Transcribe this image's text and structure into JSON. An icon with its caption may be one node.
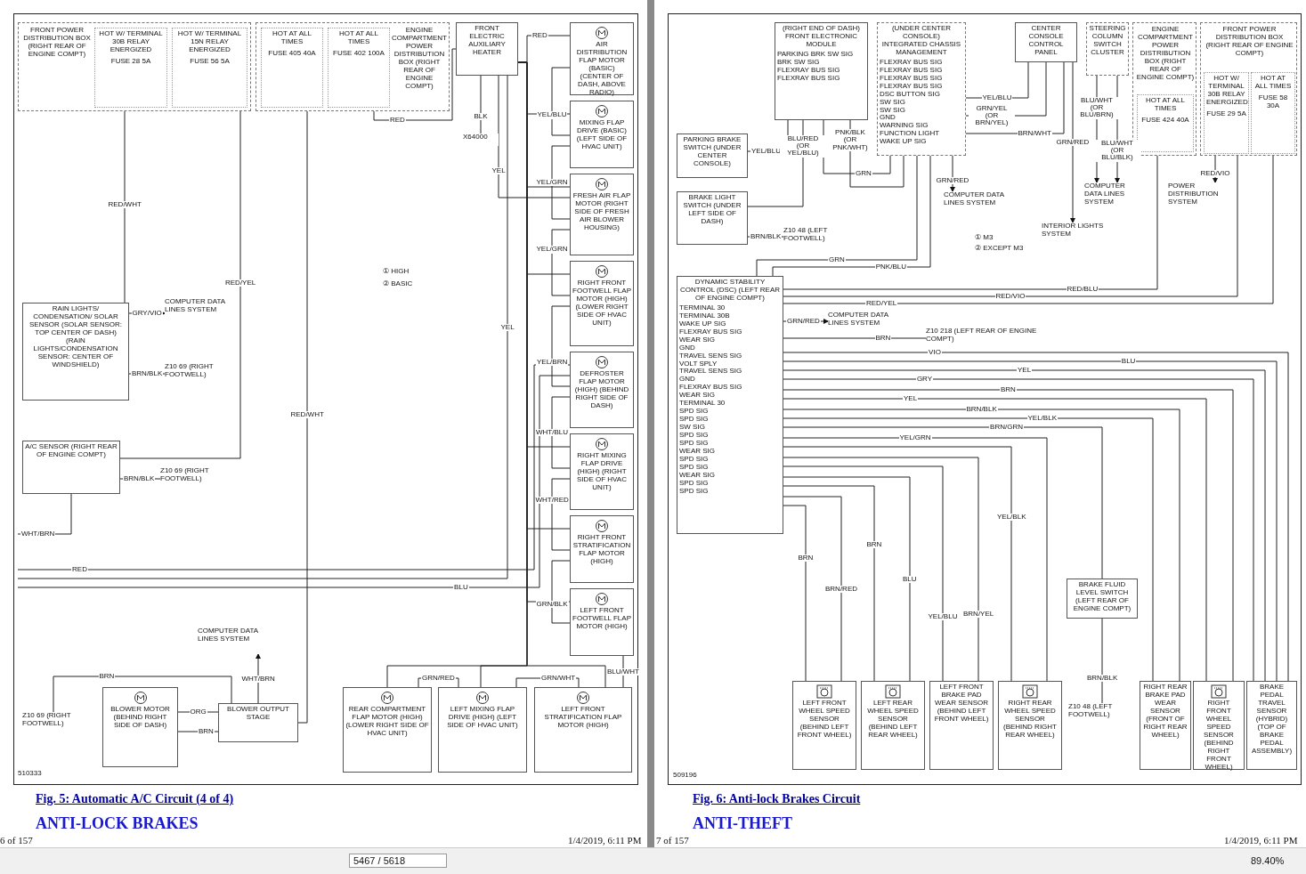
{
  "diagram": {
    "nodes": [
      {
        "text": [
          "FRONT POWER DISTRIBUTION BOX (RIGHT REAR OF ENGINE COMPT)"
        ]
      },
      {
        "text": [
          "HOT W/ TERMINAL 30B RELAY ENERGIZED",
          "FUSE 28 5A"
        ],
        "in": 0
      },
      {
        "text": [
          "HOT W/ TERMINAL 15N RELAY ENERGIZED",
          "FUSE 56 5A"
        ],
        "in": 0
      },
      {
        "text": [
          "ENGINE COMPARTMENT POWER DISTRIBUTION BOX (RIGHT REAR OF ENGINE COMPT)"
        ]
      },
      {
        "text": [
          "HOT AT ALL TIMES",
          "FUSE 405 40A"
        ],
        "in": 3
      },
      {
        "text": [
          "HOT AT ALL TIMES",
          "FUSE 402 100A"
        ],
        "in": 3
      },
      {
        "text": [
          "FRONT ELECTRIC AUXILIARY HEATER"
        ]
      },
      {
        "text": [
          "AIR DISTRIBUTION FLAP MOTOR (BASIC) (CENTER OF DASH, ABOVE RADIO)"
        ]
      },
      {
        "text": [
          "MIXING FLAP DRIVE (BASIC) (LEFT SIDE OF HVAC UNIT)"
        ]
      },
      {
        "text": [
          "FRESH AIR FLAP MOTOR (RIGHT SIDE OF FRESH AIR BLOWER HOUSING)"
        ]
      },
      {
        "text": [
          "RIGHT FRONT FOOTWELL FLAP MOTOR (HIGH) (LOWER RIGHT SIDE OF HVAC UNIT)"
        ]
      },
      {
        "text": [
          "DEFROSTER FLAP MOTOR (HIGH) (BEHIND RIGHT SIDE OF DASH)"
        ]
      },
      {
        "text": [
          "RIGHT MIXING FLAP DRIVE (HIGH) (RIGHT SIDE OF HVAC UNIT)"
        ]
      },
      {
        "text": [
          "RIGHT FRONT STRATIFICATION FLAP MOTOR (HIGH)"
        ]
      },
      {
        "text": [
          "LEFT FRONT FOOTWELL FLAP MOTOR (HIGH)"
        ]
      },
      {
        "text": [
          "RAIN LIGHTS/ CONDENSATION/ SOLAR SENSOR (SOLAR SENSOR: TOP CENTER OF DASH) (RAIN LIGHTS/CONDENSATION SENSOR: CENTER OF WINDSHIELD)"
        ]
      },
      {
        "text": [
          "A/C SENSOR (RIGHT REAR OF ENGINE COMPT)"
        ]
      },
      {
        "text": [
          "COMPUTER DATA LINES SYSTEM"
        ]
      },
      {
        "text": [
          "Z10 69 (RIGHT FOOTWELL)"
        ]
      },
      {
        "text": [
          "Z10 69 (RIGHT FOOTWELL)"
        ]
      },
      {
        "text": [
          "X64000"
        ]
      },
      {
        "text": [
          "BLOWER MOTOR (BEHIND RIGHT SIDE OF DASH)"
        ]
      },
      {
        "text": [
          "BLOWER OUTPUT STAGE"
        ]
      },
      {
        "text": [
          "COMPUTER DATA LINES SYSTEM"
        ]
      },
      {
        "text": [
          "Z10 69 (RIGHT FOOTWELL)"
        ]
      },
      {
        "text": [
          "REAR COMPARTMENT FLAP MOTOR (HIGH) (LOWER RIGHT SIDE OF HVAC UNIT)"
        ]
      },
      {
        "text": [
          "LEFT MIXING FLAP DRIVE (HIGH) (LEFT SIDE OF HVAC UNIT)"
        ]
      },
      {
        "text": [
          "LEFT FRONT STRATIFICATION FLAP MOTOR (HIGH)"
        ]
      },
      {
        "text": [
          "(RIGHT END OF DASH) FRONT ELECTRONIC MODULE",
          "PARKING BRK SW SIG",
          "BRK SW SIG",
          "FLEXRAY BUS SIG",
          "FLEXRAY BUS SIG"
        ]
      },
      {
        "text": [
          "(UNDER CENTER CONSOLE) INTEGRATED CHASSIS MANAGEMENT",
          "FLEXRAY BUS SIG",
          "FLEXRAY BUS SIG",
          "FLEXRAY BUS SIG",
          "FLEXRAY BUS SIG",
          "DSC BUTTON SIG",
          "SW SIG",
          "SW SIG",
          "GND",
          "WARNING SIG",
          "FUNCTION LIGHT",
          "WAKE UP SIG"
        ]
      },
      {
        "text": [
          "CENTER CONSOLE CONTROL PANEL"
        ]
      },
      {
        "text": [
          "STEERING COLUMN SWITCH CLUSTER"
        ]
      },
      {
        "text": [
          "ENGINE COMPARTMENT POWER DISTRIBUTION BOX (RIGHT REAR OF ENGINE COMPT)"
        ]
      },
      {
        "text": [
          "HOT AT ALL TIMES",
          "FUSE 424 40A"
        ],
        "in": 32
      },
      {
        "text": [
          "FRONT POWER DISTRIBUTION BOX (RIGHT REAR OF ENGINE COMPT)"
        ]
      },
      {
        "text": [
          "HOT W/ TERMINAL 30B RELAY ENERGIZED",
          "FUSE 29 5A"
        ],
        "in": 34
      },
      {
        "text": [
          "HOT AT ALL TIMES",
          "FUSE 58 30A"
        ],
        "in": 34
      },
      {
        "text": [
          "PARKING BRAKE SWITCH (UNDER CENTER CONSOLE)"
        ]
      },
      {
        "text": [
          "BRAKE LIGHT SWITCH (UNDER LEFT SIDE OF DASH)"
        ]
      },
      {
        "text": [
          "Z10 48 (LEFT FOOTWELL)"
        ]
      },
      {
        "text": [
          "COMPUTER DATA LINES SYSTEM"
        ]
      },
      {
        "text": [
          "COMPUTER DATA LINES SYSTEM"
        ]
      },
      {
        "text": [
          "INTERIOR LIGHTS SYSTEM"
        ]
      },
      {
        "text": [
          "POWER DISTRIBUTION SYSTEM"
        ]
      },
      {
        "text": [
          "DYNAMIC STABILITY CONTROL (DSC) (LEFT REAR OF ENGINE COMPT)",
          "TERMINAL 30",
          "TERMINAL 30B",
          "WAKE UP SIG",
          "FLEXRAY BUS SIG",
          "WEAR SIG",
          "GND",
          "TRAVEL SENS SIG",
          "VOLT SPLY",
          "TRAVEL SENS SIG",
          "GND",
          "FLEXRAY BUS SIG",
          "WEAR SIG",
          "TERMINAL 30",
          "SPD SIG",
          "SPD SIG",
          "SW SIG",
          "SPD SIG",
          "SPD SIG",
          "WEAR SIG",
          "SPD SIG",
          "SPD SIG",
          "WEAR SIG",
          "SPD SIG",
          "SPD SIG"
        ]
      },
      {
        "text": [
          "COMPUTER DATA LINES SYSTEM"
        ]
      },
      {
        "text": [
          "Z10 218 (LEFT REAR OF ENGINE COMPT)"
        ]
      },
      {
        "text": [
          "LEFT FRONT WHEEL SPEED SENSOR (BEHIND LEFT FRONT WHEEL)"
        ]
      },
      {
        "text": [
          "LEFT REAR WHEEL SPEED SENSOR (BEHIND LEFT REAR WHEEL)"
        ]
      },
      {
        "text": [
          "LEFT FRONT BRAKE PAD WEAR SENSOR (BEHIND LEFT FRONT WHEEL)"
        ]
      },
      {
        "text": [
          "RIGHT REAR WHEEL SPEED SENSOR (BEHIND RIGHT REAR WHEEL)"
        ]
      },
      {
        "text": [
          "BRAKE FLUID LEVEL SWITCH (LEFT REAR OF ENGINE COMPT)"
        ]
      },
      {
        "text": [
          "Z10 48 (LEFT FOOTWELL)"
        ]
      },
      {
        "text": [
          "RIGHT REAR BRAKE PAD WEAR SENSOR (FRONT OF RIGHT REAR WHEEL)"
        ]
      },
      {
        "text": [
          "RIGHT FRONT WHEEL SPEED SENSOR (BEHIND RIGHT FRONT WHEEL)"
        ]
      },
      {
        "text": [
          "BRAKE PEDAL TRAVEL SENSOR (HYBRID) (TOP OF BRAKE PEDAL ASSEMBLY)"
        ]
      }
    ],
    "edges": [
      {
        "from": 1,
        "to": 15,
        "arrow": "none",
        "label": "RED/WHT"
      },
      {
        "from": 15,
        "to": 17,
        "arrow": "to",
        "label": "GRY/VIO"
      },
      {
        "from": 15,
        "to": 18,
        "arrow": "none",
        "label": "BRN/BLK"
      },
      {
        "from": 2,
        "to": 16,
        "arrow": "none",
        "label": "RED/YEL"
      },
      {
        "from": 16,
        "to": 19,
        "arrow": "none",
        "label": "BRN/BLK"
      },
      {
        "from": 16,
        "to": null,
        "arrow": "none",
        "label": "WHT/BRN"
      },
      {
        "from": 4,
        "to": 22,
        "arrow": "none",
        "label": "RED/WHT"
      },
      {
        "from": 5,
        "to": 6,
        "arrow": "none",
        "label": "RED"
      },
      {
        "from": 6,
        "to": 20,
        "arrow": "none",
        "label": "BLK"
      },
      {
        "from": 6,
        "to": 9,
        "arrow": "none",
        "label": "YEL"
      },
      {
        "from": 6,
        "to": 7,
        "arrow": "none",
        "label": "RED"
      },
      {
        "from": 6,
        "to": 8,
        "arrow": "none"
      },
      {
        "from": 6,
        "to": 9,
        "arrow": "none"
      },
      {
        "from": 6,
        "to": 10,
        "arrow": "none"
      },
      {
        "from": 6,
        "to": 12,
        "arrow": "none"
      },
      {
        "from": 6,
        "to": 13,
        "arrow": "none"
      },
      {
        "from": 6,
        "to": 14,
        "arrow": "none"
      },
      {
        "from": 6,
        "to": 25,
        "arrow": "none"
      },
      {
        "from": 6,
        "to": 26,
        "arrow": "none"
      },
      {
        "from": 6,
        "to": 27,
        "arrow": "none"
      },
      {
        "from": 7,
        "to": 8,
        "arrow": "none",
        "label": "YEL/BLU"
      },
      {
        "from": 8,
        "to": 9,
        "arrow": "none",
        "label": "YEL/GRN"
      },
      {
        "from": 9,
        "to": 10,
        "arrow": "none",
        "label": "YEL/GRN"
      },
      {
        "from": 10,
        "to": 11,
        "arrow": "none",
        "label": "YEL/BRN"
      },
      {
        "from": 11,
        "to": 12,
        "arrow": "none",
        "label": "WHT/BLU"
      },
      {
        "from": 12,
        "to": 13,
        "arrow": "none",
        "label": "WHT/RED"
      },
      {
        "from": 13,
        "to": 14,
        "arrow": "none",
        "label": "GRN/BLK"
      },
      {
        "from": 14,
        "to": 27,
        "arrow": "none",
        "label": "BLU/WHT"
      },
      {
        "from": 25,
        "to": 26,
        "arrow": "none",
        "label": "GRN/RED"
      },
      {
        "from": 26,
        "to": 27,
        "arrow": "none",
        "label": "GRN/WHT"
      },
      {
        "from": null,
        "to": 11,
        "arrow": "none",
        "label": "RED"
      },
      {
        "from": null,
        "to": 6,
        "arrow": "none",
        "label": "YEL"
      },
      {
        "from": null,
        "to": 11,
        "arrow": "none",
        "label": "BLU"
      },
      {
        "from": 22,
        "to": 21,
        "arrow": "none",
        "label": "ORG"
      },
      {
        "from": 22,
        "to": 21,
        "arrow": "none",
        "label": "BRN"
      },
      {
        "from": 22,
        "to": 24,
        "arrow": "none",
        "label": "BRN"
      },
      {
        "from": 22,
        "to": 23,
        "arrow": "to",
        "label": "WHT/BRN"
      },
      {
        "from": 37,
        "to": 28,
        "arrow": "none",
        "label": "YEL/BLU"
      },
      {
        "from": 38,
        "to": 28,
        "arrow": "none",
        "label": "BLU/RED (OR YEL/BLU)"
      },
      {
        "from": 38,
        "to": 39,
        "arrow": "none",
        "label": "BRN/BLK"
      },
      {
        "from": 28,
        "to": 29,
        "arrow": "none",
        "label": "GRN"
      },
      {
        "from": 28,
        "to": 29,
        "arrow": "none",
        "label": "PNK/BLK (OR PNK/WHT)"
      },
      {
        "from": 29,
        "to": 44,
        "arrow": "none",
        "label": "GRN"
      },
      {
        "from": 29,
        "to": 44,
        "arrow": "none",
        "label": "PNK/BLU"
      },
      {
        "from": 29,
        "to": 40,
        "arrow": "to",
        "label": "GRN/RED"
      },
      {
        "from": 29,
        "to": 30,
        "arrow": "none",
        "label": "YEL/BLU"
      },
      {
        "from": 29,
        "to": 30,
        "arrow": "none",
        "label": "GRN/YEL (OR BRN/YEL)"
      },
      {
        "from": 29,
        "to": 30,
        "arrow": "none",
        "label": "BRN/WHT"
      },
      {
        "from": 30,
        "to": 42,
        "arrow": "to",
        "label": "GRN/RED"
      },
      {
        "from": 31,
        "to": 41,
        "arrow": "to",
        "label": "BLU/WHT (OR BLU/BRN)"
      },
      {
        "from": 31,
        "to": 41,
        "arrow": "to",
        "label": "BLU/WHT (OR BLU/BLK)"
      },
      {
        "from": 33,
        "to": 44,
        "arrow": "none",
        "label": "RED/BLU"
      },
      {
        "from": 35,
        "to": 44,
        "arrow": "none",
        "label": "RED/VIO"
      },
      {
        "from": 35,
        "to": 43,
        "arrow": "to",
        "label": "RED/VIO"
      },
      {
        "from": 36,
        "to": 44,
        "arrow": "none",
        "label": "RED/YEL"
      },
      {
        "from": 44,
        "to": 45,
        "arrow": "to",
        "label": "GRN/RED"
      },
      {
        "from": 44,
        "to": 46,
        "arrow": "none",
        "label": "BRN"
      },
      {
        "from": 44,
        "to": 53,
        "arrow": "none",
        "label": "BRN/BLK"
      },
      {
        "from": 44,
        "to": 55,
        "arrow": "none",
        "label": "VIO"
      },
      {
        "from": 44,
        "to": 55,
        "arrow": "none",
        "label": "BLU"
      },
      {
        "from": 44,
        "to": 55,
        "arrow": "none",
        "label": "YEL"
      },
      {
        "from": 44,
        "to": 55,
        "arrow": "none",
        "label": "GRY"
      },
      {
        "from": 44,
        "to": 49,
        "arrow": "none",
        "label": "BRN/YEL"
      },
      {
        "from": 44,
        "to": 54,
        "arrow": "none",
        "label": "BRN"
      },
      {
        "from": 44,
        "to": 54,
        "arrow": "none",
        "label": "YEL"
      },
      {
        "from": 44,
        "to": 51,
        "arrow": "none",
        "label": "BRN/GRN"
      },
      {
        "from": 44,
        "to": 48,
        "arrow": "none",
        "label": "BLU"
      },
      {
        "from": 44,
        "to": 48,
        "arrow": "none",
        "label": "BRN"
      },
      {
        "from": 44,
        "to": 53,
        "arrow": "none",
        "label": "YEL/BLK"
      },
      {
        "from": 44,
        "to": 50,
        "arrow": "none",
        "label": "YEL/GRN"
      },
      {
        "from": 44,
        "to": 50,
        "arrow": "none",
        "label": "YEL/BLK"
      },
      {
        "from": 44,
        "to": 49,
        "arrow": "none",
        "label": "YEL/BLU"
      },
      {
        "from": 44,
        "to": 47,
        "arrow": "none",
        "label": "BRN/RED"
      },
      {
        "from": 44,
        "to": 47,
        "arrow": "none",
        "label": "BRN"
      },
      {
        "from": 51,
        "to": 52,
        "arrow": "none",
        "label": "BRN/BLK"
      }
    ],
    "labels": [
      "① HIGH",
      "② BASIC",
      "510333",
      "Fig. 5: Automatic A/C Circuit (4 of 4)",
      "ANTI-LOCK BRAKES",
      "6 of 157",
      "1/4/2019, 6:11 PM",
      "① M3",
      "② EXCEPT M3",
      "509196",
      "Fig. 6: Anti-lock Brakes Circuit",
      "ANTI-THEFT",
      "7 of 157",
      "1/4/2019, 6:11 PM",
      "5467 / 5618",
      "89.40%"
    ]
  }
}
